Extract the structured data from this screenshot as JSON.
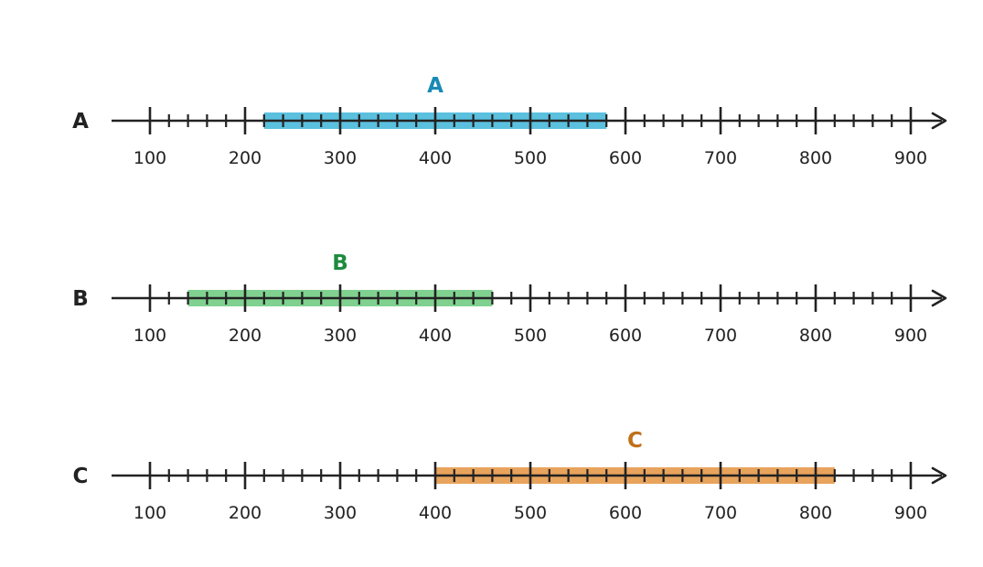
{
  "number_lines": [
    {
      "row_label": "A",
      "interval_label": "A",
      "interval_start": 220,
      "interval_end": 580,
      "interval_color": "#5bc0de",
      "label_color": "#1a8ab5"
    },
    {
      "row_label": "B",
      "interval_label": "B",
      "interval_start": 140,
      "interval_end": 460,
      "interval_color": "#80d18f",
      "label_color": "#1e8a3e"
    },
    {
      "row_label": "C",
      "interval_label": "C",
      "interval_start": 400,
      "interval_end": 820,
      "interval_color": "#e8a35c",
      "label_color": "#c0701a"
    }
  ],
  "axis": {
    "min": 100,
    "max": 900,
    "major_step": 100,
    "minor_step": 20,
    "tick_labels": [
      "100",
      "200",
      "300",
      "400",
      "500",
      "600",
      "700",
      "800",
      "900"
    ],
    "line_color": "#222222",
    "label_color": "#222222"
  }
}
